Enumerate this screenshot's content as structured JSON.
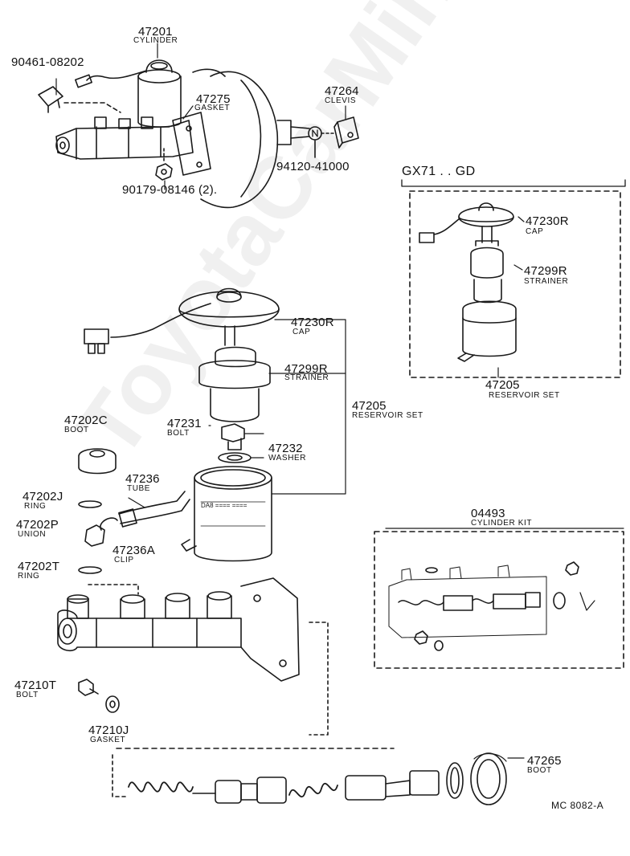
{
  "diagram_code": "MC 8082-A",
  "watermark": "ToyotaCarMine.ru",
  "colors": {
    "line": "#1a1a1a",
    "background": "#ffffff"
  },
  "variant_group": {
    "title": "GX71 . . GD"
  },
  "parts": {
    "p47201": {
      "number": "47201",
      "name": "CYLINDER"
    },
    "p90461": {
      "number": "90461-08202"
    },
    "p47275": {
      "number": "47275",
      "name": "GASKET"
    },
    "p47264": {
      "number": "47264",
      "name": "CLEVIS"
    },
    "p94120": {
      "number": "94120-41000"
    },
    "p90179": {
      "number": "90179-08146 (2)."
    },
    "p47230R": {
      "number": "47230R",
      "name": "CAP"
    },
    "p47299R": {
      "number": "47299R",
      "name": "STRAINER"
    },
    "p47205": {
      "number": "47205",
      "name": "RESERVOIR SET"
    },
    "p47230R_gd": {
      "number": "47230R",
      "name": "CAP"
    },
    "p47299R_gd": {
      "number": "47299R",
      "name": "STRAINER"
    },
    "p47205_gd": {
      "number": "47205",
      "name": "RESERVOIR SET"
    },
    "p47202C": {
      "number": "47202C",
      "name": "BOOT"
    },
    "p47231": {
      "number": "47231",
      "name": "BOLT"
    },
    "p47232": {
      "number": "47232",
      "name": "WASHER"
    },
    "p47236": {
      "number": "47236",
      "name": "TUBE"
    },
    "p47202J": {
      "number": "47202J",
      "name": "RING"
    },
    "p47202P": {
      "number": "47202P",
      "name": "UNION"
    },
    "p47236A": {
      "number": "47236A",
      "name": "CLIP"
    },
    "p47202T": {
      "number": "47202T",
      "name": "RING"
    },
    "p04493": {
      "number": "04493",
      "name": "CYLINDER KIT"
    },
    "p47210T": {
      "number": "47210T",
      "name": "BOLT"
    },
    "p47210J": {
      "number": "47210J",
      "name": "GASKET"
    },
    "p47265": {
      "number": "47265",
      "name": "BOOT"
    }
  }
}
